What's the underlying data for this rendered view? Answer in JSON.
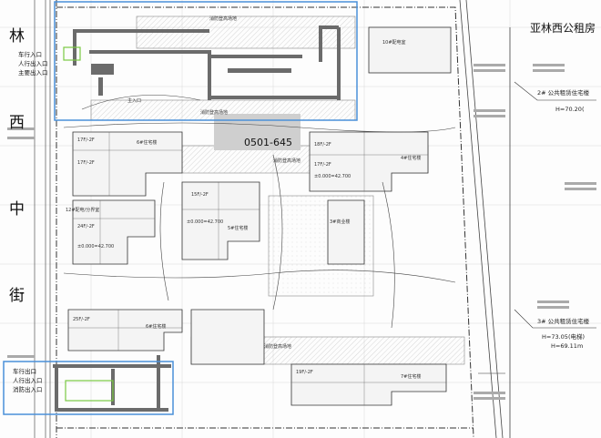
{
  "street": {
    "west_chars": [
      "林",
      "西",
      "中",
      "街"
    ]
  },
  "top_right_title": "亚林西公租房",
  "site_id": "0501-645",
  "entries": {
    "top_left": [
      "车行入口",
      "人行出入口",
      "主要出入口"
    ],
    "bottom_left": [
      "车行出口",
      "人行出入口",
      "消防出入口"
    ]
  },
  "labels": {
    "fire_site": "消防登高场地",
    "entrance": "主入口",
    "dist_room": "10#配电室",
    "b4": "4#住宅楼",
    "b5": "5#住宅楼",
    "b6": "6#住宅楼",
    "b7": "7#住宅楼",
    "b3": "3#商业楼",
    "b2_right": "2#  公共租赁住宅楼",
    "b3_right": "3#  公共租赁住宅楼",
    "b12": "12#配电/分界室",
    "floors_17": "17F/-2F",
    "floors_15": "15F/-2F",
    "floors_24": "24F/-2F",
    "floors_18": "18F/-2F",
    "floors_25": "25F/-2F",
    "floors_19": "19F/-2F",
    "zero": "±0.000=42.700",
    "h_right_1": "H=70.20(",
    "h_right_2": "H=73.05(电梯)",
    "h_right_3": "H=69.11m"
  }
}
